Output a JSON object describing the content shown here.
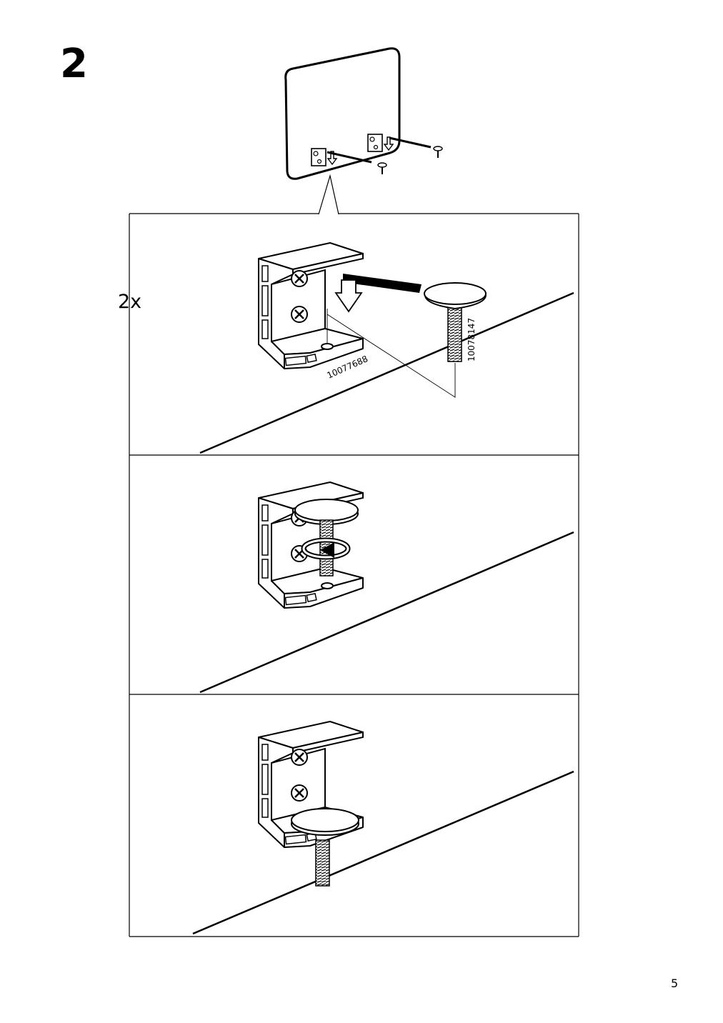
{
  "step": {
    "number": "2",
    "quantity": "2x"
  },
  "parts": {
    "bracket_id": "10077688",
    "foot_screw_id": "10078147"
  },
  "page": {
    "number": "5"
  }
}
